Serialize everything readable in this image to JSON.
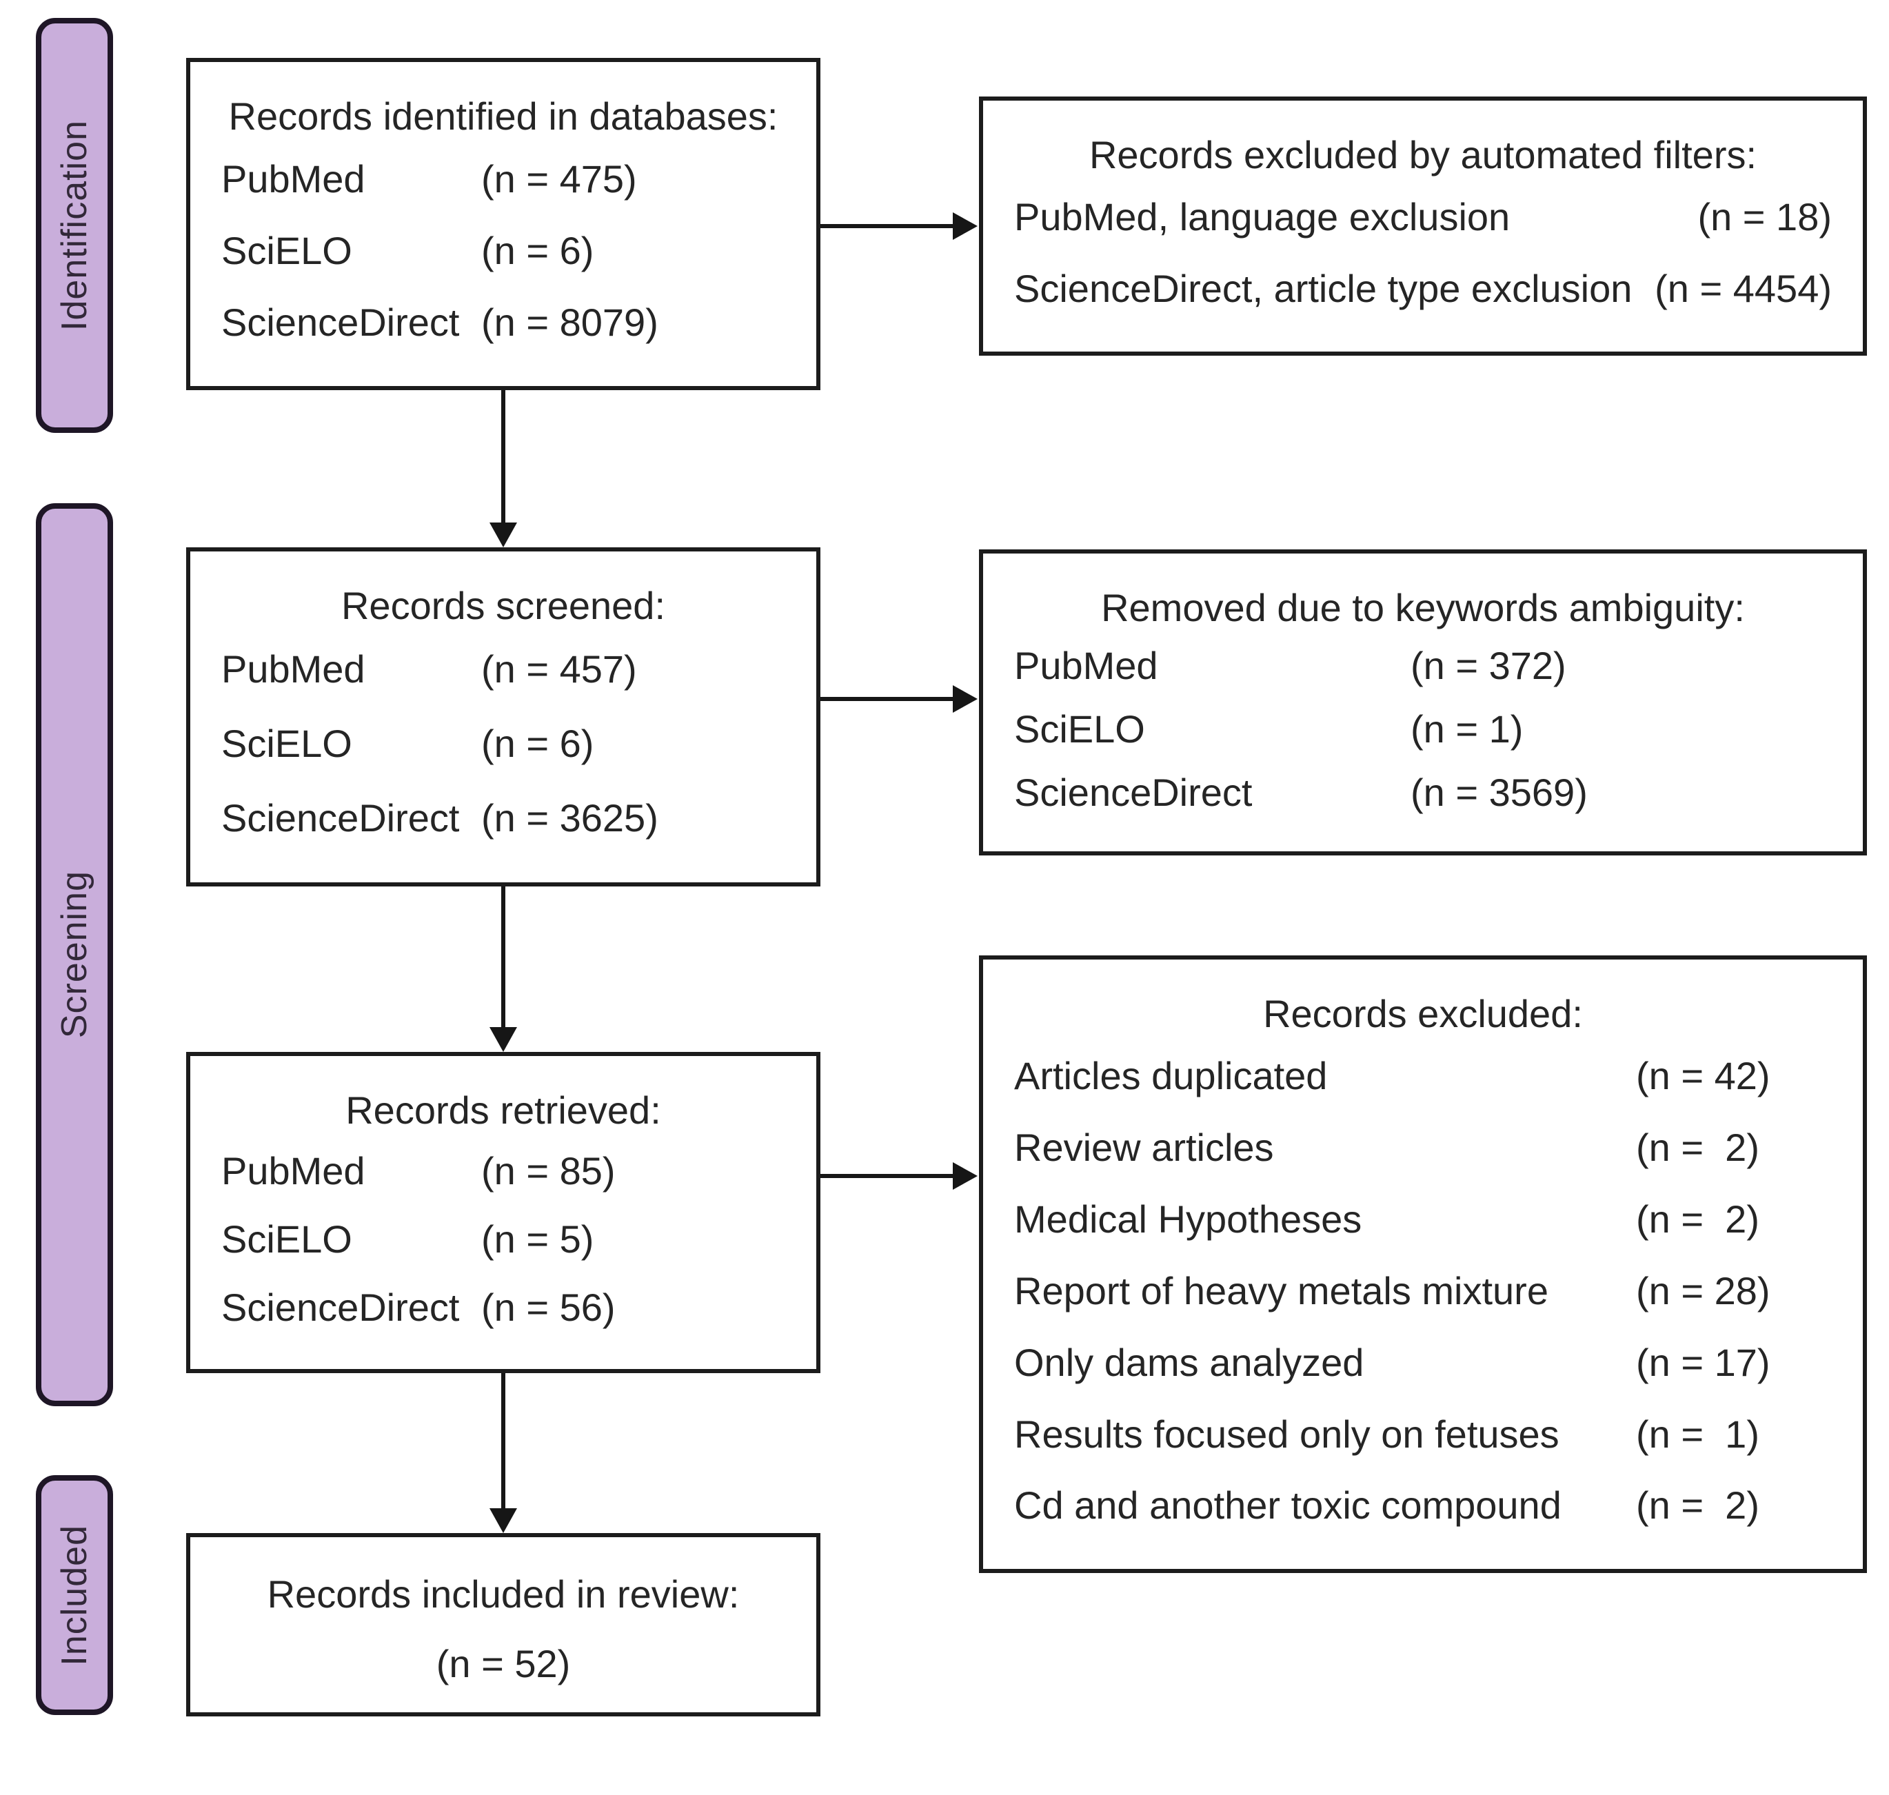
{
  "colors": {
    "stage_fill": "#C9AEDB",
    "stage_border": "#1E1626",
    "box_border": "#1C1C1C",
    "text": "#252525",
    "arrow": "#161616"
  },
  "stages": [
    {
      "label": "Identification"
    },
    {
      "label": "Screening"
    },
    {
      "label": "Included"
    }
  ],
  "boxes": {
    "identified": {
      "title": "Records identified in databases:",
      "rows": [
        {
          "label": "PubMed",
          "count": "(n = 475)"
        },
        {
          "label": "SciELO",
          "count": "(n = 6)"
        },
        {
          "label": "ScienceDirect",
          "count": "(n = 8079)"
        }
      ]
    },
    "auto_excluded": {
      "title": "Records excluded by automated filters:",
      "rows": [
        {
          "label": "PubMed, language exclusion",
          "count": "(n = 18)"
        },
        {
          "label": "ScienceDirect, article type exclusion",
          "count": "(n = 4454)"
        }
      ]
    },
    "screened": {
      "title": "Records screened:",
      "rows": [
        {
          "label": "PubMed",
          "count": "(n = 457)"
        },
        {
          "label": "SciELO",
          "count": "(n = 6)"
        },
        {
          "label": "ScienceDirect",
          "count": "(n = 3625)"
        }
      ]
    },
    "keyword_removed": {
      "title": "Removed due to keywords ambiguity:",
      "rows": [
        {
          "label": "PubMed",
          "count": "(n = 372)"
        },
        {
          "label": "SciELO",
          "count": "(n = 1)"
        },
        {
          "label": "ScienceDirect",
          "count": "(n = 3569)"
        }
      ]
    },
    "retrieved": {
      "title": "Records retrieved:",
      "rows": [
        {
          "label": "PubMed",
          "count": "(n = 85)"
        },
        {
          "label": "SciELO",
          "count": "(n = 5)"
        },
        {
          "label": "ScienceDirect",
          "count": "(n = 56)"
        }
      ]
    },
    "excluded": {
      "title": "Records excluded:",
      "rows": [
        {
          "label": "Articles duplicated",
          "count": "(n = 42)"
        },
        {
          "label": "Review articles",
          "count": "(n =  2)"
        },
        {
          "label": "Medical Hypotheses",
          "count": "(n =  2)"
        },
        {
          "label": "Report of heavy metals mixture",
          "count": "(n = 28)"
        },
        {
          "label": "Only dams analyzed",
          "count": "(n = 17)"
        },
        {
          "label": "Results focused only on fetuses",
          "count": "(n =  1)"
        },
        {
          "label": "Cd and another toxic compound",
          "count": "(n =  2)"
        }
      ]
    },
    "included": {
      "title": "Records included in review:",
      "count": "(n = 52)"
    }
  }
}
